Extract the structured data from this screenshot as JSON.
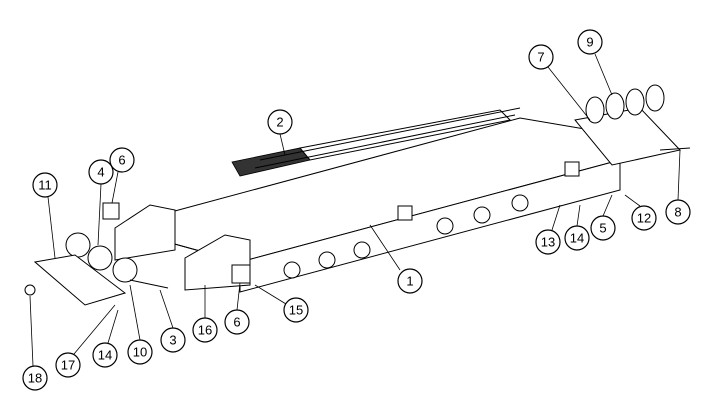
{
  "diagram": {
    "type": "exploded-parts-view",
    "callouts": [
      "1",
      "2",
      "3",
      "4",
      "5",
      "6",
      "6",
      "7",
      "8",
      "9",
      "10",
      "11",
      "12",
      "13",
      "14",
      "14",
      "15",
      "16",
      "17",
      "18"
    ]
  }
}
